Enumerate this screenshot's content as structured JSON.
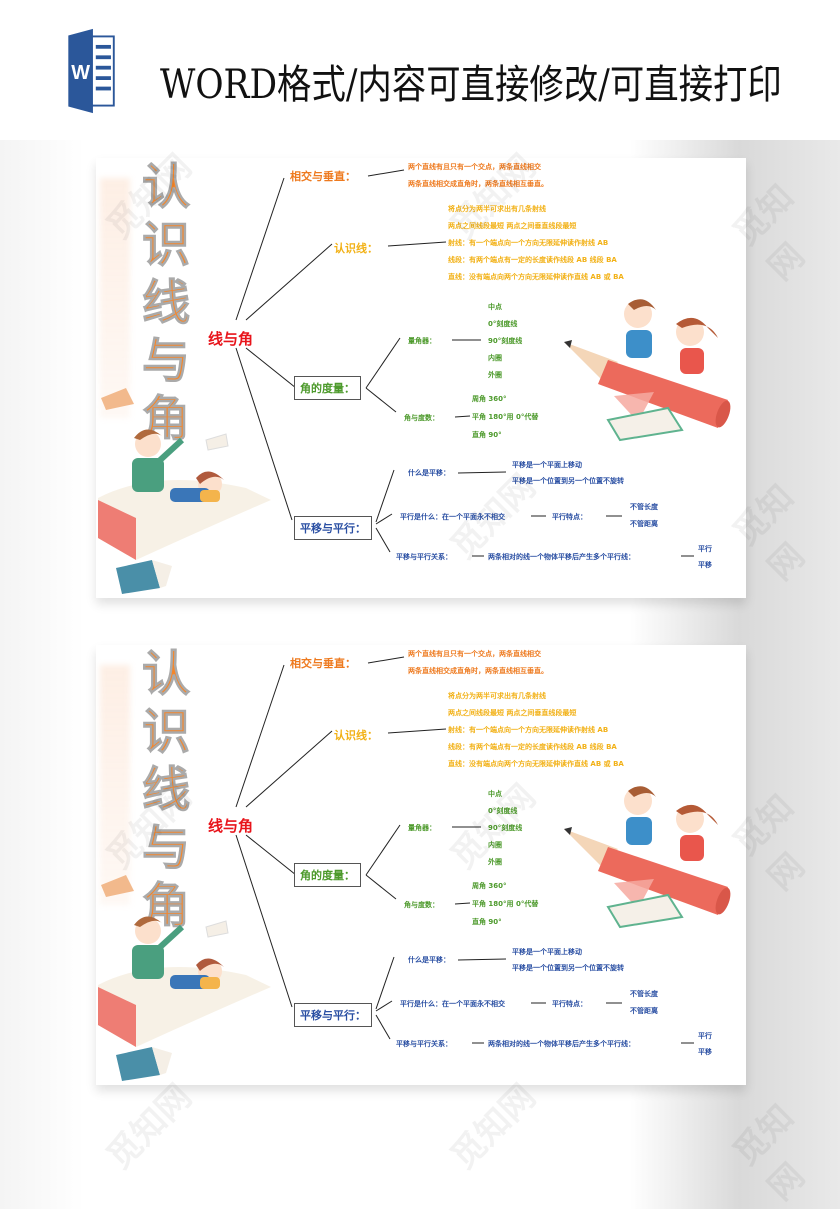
{
  "header": {
    "icon": "word-doc-icon",
    "icon_letter": "W",
    "title": "WORD格式/内容可直接修改/可直接打印"
  },
  "poster": {
    "vertical_title": [
      "认",
      "识",
      "线",
      "与",
      "角"
    ],
    "center_node": "线与角",
    "branches": {
      "intersect": {
        "label": "相交与垂直：",
        "items": [
          "两个直线有且只有一个交点，两条直线相交",
          "两条直线相交成直角时，两条直线相互垂直。"
        ]
      },
      "lines": {
        "label": "认识线：",
        "items": [
          "将点分为两半可求出有几条射线",
          "两点之间线段最短  两点之间垂直线段最短",
          "射线：有一个端点向一个方向无限延伸读作射线 AB",
          "线段：有两个端点有一定的长度读作线段 AB 线段 BA",
          "直线：没有端点向两个方向无限延伸读作直线 AB 或 BA"
        ]
      },
      "angle": {
        "label": "角的度量：",
        "protractor": {
          "label": "量角器：",
          "items": [
            "中点",
            "0°刻度线",
            "90°刻度线",
            "内圈",
            "外圈"
          ]
        },
        "degrees": {
          "label": "角与度数：",
          "items": [
            "周角 360°",
            "平角 180°用 0°代替",
            "直角 90°"
          ]
        }
      },
      "parallel": {
        "label": "平移与平行：",
        "what_translation": {
          "label": "什么是平移：",
          "items": [
            "平移是一个平面上移动",
            "平移是一个位置到另一个位置不旋转"
          ]
        },
        "what_parallel": {
          "label": "平行是什么：在一个平面永不相交",
          "sub_label": "平行特点：",
          "items": [
            "不管长度",
            "不管距离"
          ]
        },
        "relation": {
          "label": "平移与平行关系：",
          "sub_label": "两条相对的线一个物体平移后产生多个平行线：",
          "items": [
            "平行",
            "平移"
          ]
        }
      }
    }
  },
  "watermark": "觅知网",
  "colors": {
    "orange": "#ee7a1f",
    "yellow": "#f2b116",
    "green": "#4d9a2c",
    "blue": "#2a4fa3",
    "red": "#e8141b",
    "word_blue": "#2b579a"
  }
}
